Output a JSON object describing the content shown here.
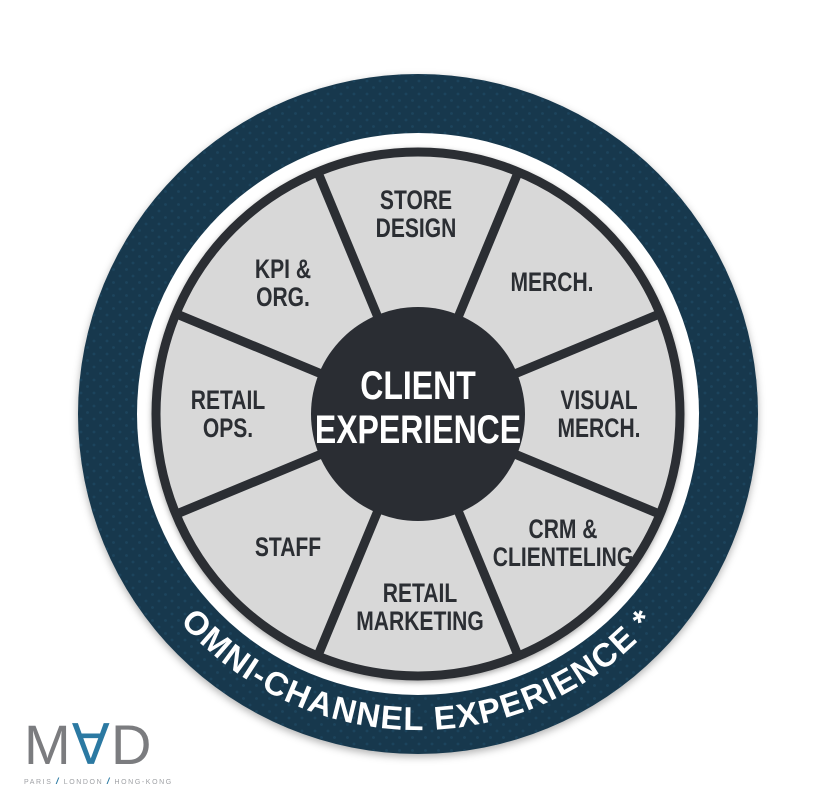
{
  "diagram": {
    "center": {
      "line1": "CLIENT",
      "line2": "EXPERIENCE"
    },
    "segments": [
      {
        "id": "store-design",
        "line1": "STORE",
        "line2": "DESIGN"
      },
      {
        "id": "merch",
        "line1": "MERCH.",
        "line2": ""
      },
      {
        "id": "visual-merch",
        "line1": "VISUAL",
        "line2": "MERCH."
      },
      {
        "id": "crm-clienteling",
        "line1": "CRM &",
        "line2": "CLIENTELING"
      },
      {
        "id": "retail-marketing",
        "line1": "RETAIL",
        "line2": "MARKETING"
      },
      {
        "id": "staff",
        "line1": "STAFF",
        "line2": ""
      },
      {
        "id": "retail-ops",
        "line1": "RETAIL",
        "line2": "OPS."
      },
      {
        "id": "kpi-org",
        "line1": "KPI &",
        "line2": "ORG."
      }
    ],
    "outer_ring_label": "OMNI-CHANNEL EXPERIENCE *"
  },
  "logo": {
    "letter_m": "M",
    "letter_a": "∀",
    "letter_d": "D",
    "city_1": "PARIS",
    "city_2": "LONDON",
    "city_3": "HONG-KONG",
    "separator": "/"
  },
  "colors": {
    "outer_ring_navy": "#17384d",
    "ring_dot_texture": "#214f69",
    "white_ring": "#ffffff",
    "wheel_gray": "#d8d8d8",
    "line_dark": "#2b2e33",
    "center_circle_dark": "#2a2d33",
    "center_text": "#ffffff",
    "segment_text": "#2b2e33",
    "logo_gray": "#7b7c7f",
    "logo_blue": "#2b79a2"
  }
}
